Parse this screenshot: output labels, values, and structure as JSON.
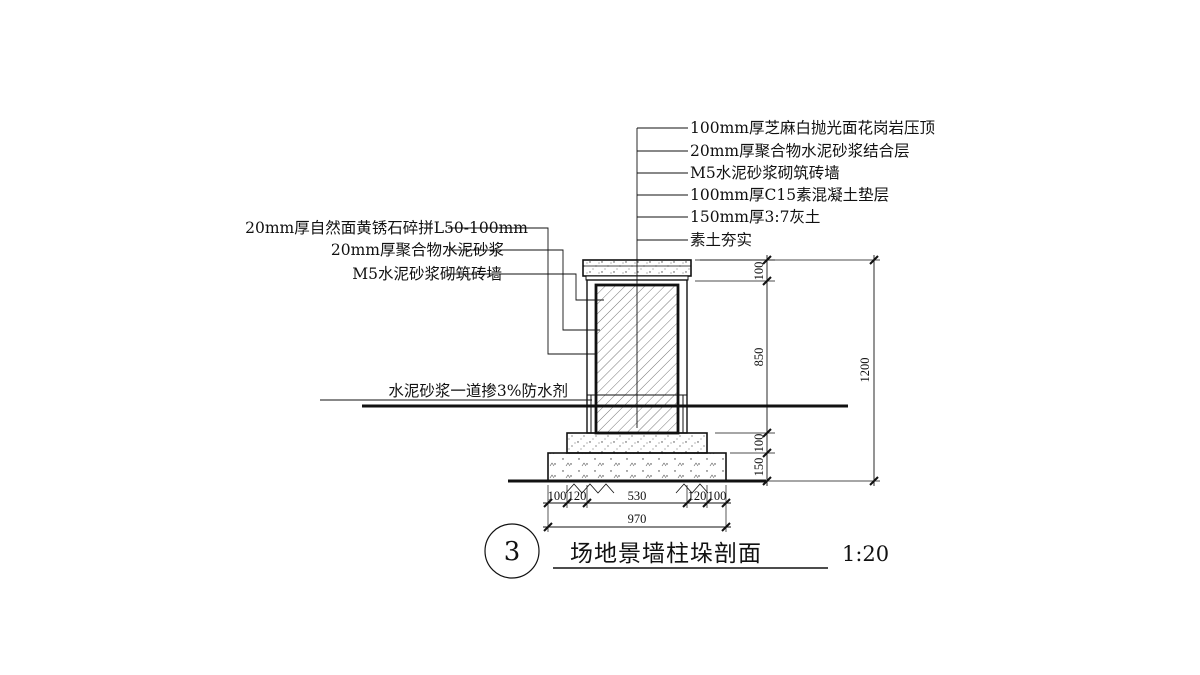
{
  "drawing": {
    "detail_number": "3",
    "title": "场地景墙柱垛剖面",
    "scale": "1:20"
  },
  "callouts_right": [
    "100mm厚芝麻白抛光面花岗岩压顶",
    "20mm厚聚合物水泥砂浆结合层",
    "M5水泥砂浆砌筑砖墙",
    "100mm厚C15素混凝土垫层",
    "150mm厚3:7灰土",
    "素土夯实"
  ],
  "callouts_left": [
    "20mm厚自然面黄锈石碎拼L50-100mm",
    "20mm厚聚合物水泥砂浆",
    "M5水泥砂浆砌筑砖墙"
  ],
  "waterproof_note": "水泥砂浆一道掺3%防水剂",
  "dimensions": {
    "vertical": {
      "cap": "100",
      "wall": "850",
      "footing": "100",
      "base": "150",
      "total": "1200"
    },
    "horizontal": {
      "left_outer": "100",
      "left_inner": "120",
      "core": "530",
      "right_inner": "120",
      "right_outer": "100",
      "total": "970"
    }
  }
}
